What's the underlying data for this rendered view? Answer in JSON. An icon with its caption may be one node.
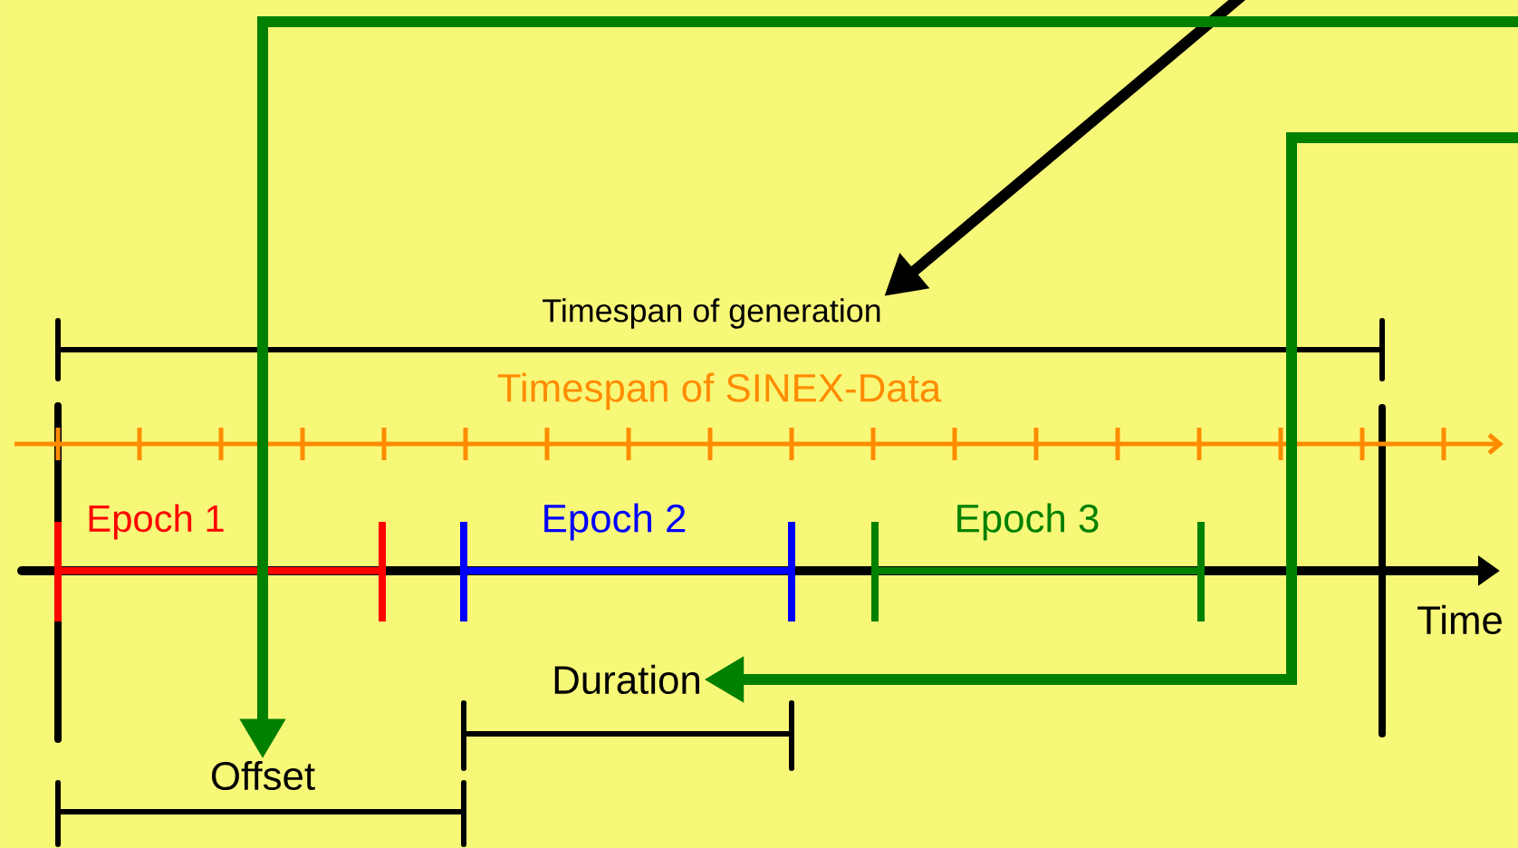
{
  "diagram": {
    "nodes": [
      {
        "text": [
          "Timespan of generation"
        ]
      },
      {
        "text": [
          "Offset"
        ]
      },
      {
        "text": [
          "Duration"
        ]
      }
    ],
    "edges": [
      {
        "from": null,
        "to": 0,
        "arrow": "to",
        "color": "#000000"
      },
      {
        "from": null,
        "to": 1,
        "arrow": "to",
        "color": "#008000"
      },
      {
        "from": null,
        "to": 2,
        "arrow": "to",
        "color": "#008000"
      }
    ],
    "labels": [
      "Timespan of SINEX-Data",
      "Epoch 1",
      "Epoch 2",
      "Epoch 3",
      "Time"
    ]
  }
}
